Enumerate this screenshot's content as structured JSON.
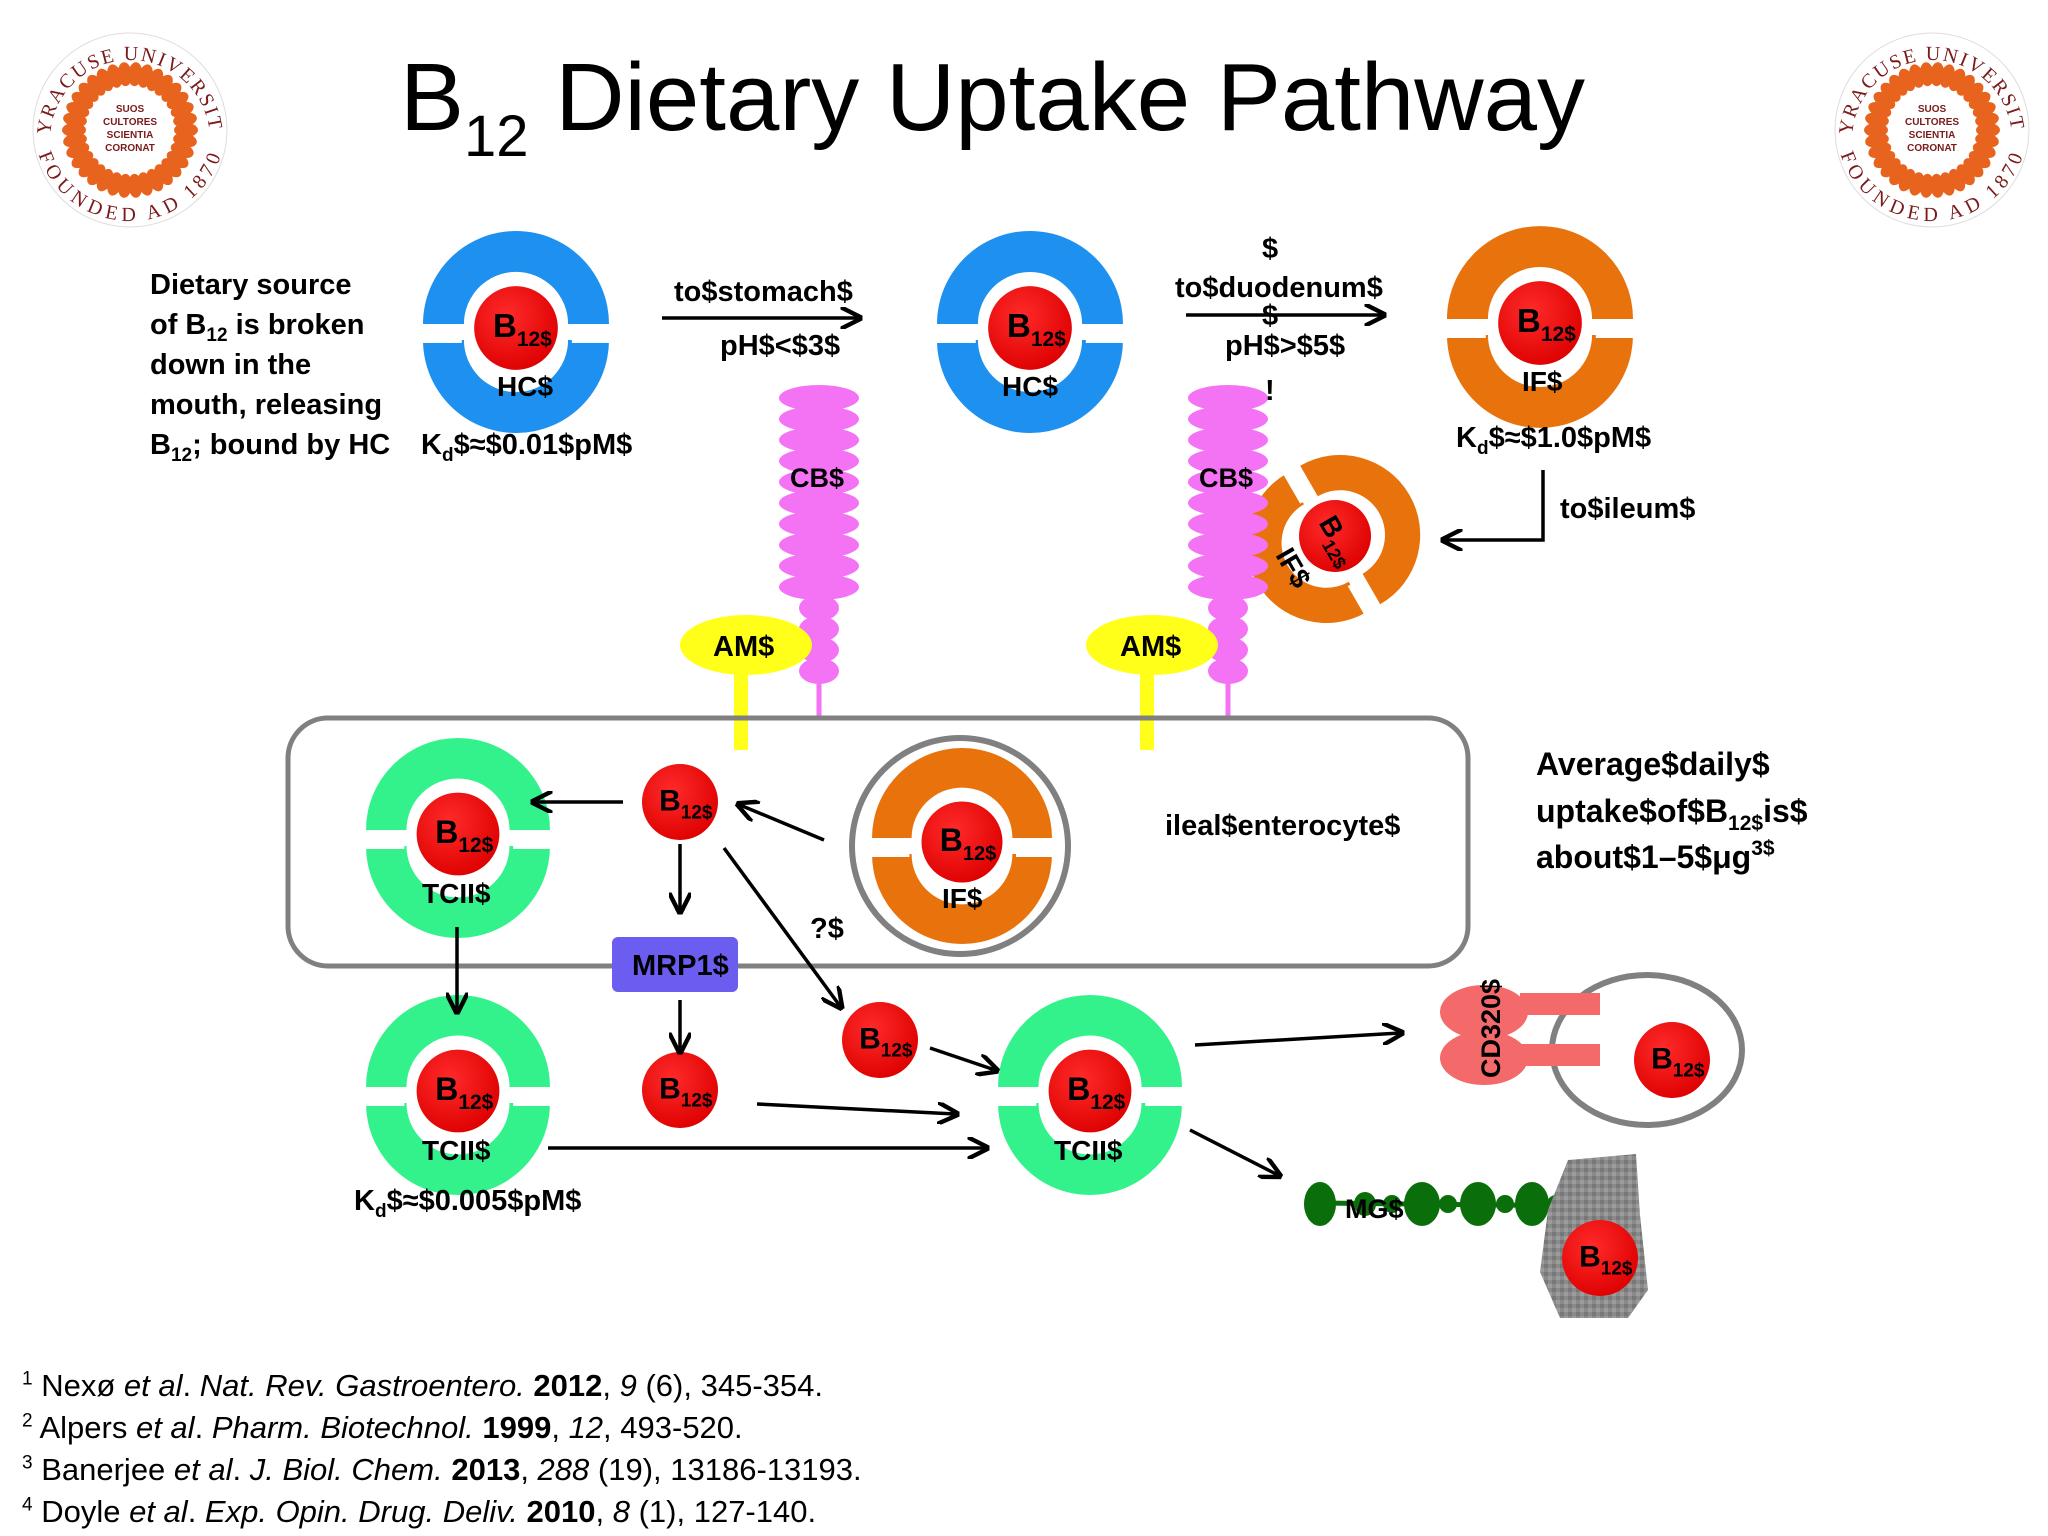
{
  "title": {
    "main": "B",
    "sub": "12",
    "rest": " Dietary Uptake Pathway"
  },
  "seal": {
    "top": "SYRACUSE UNIVERSITY",
    "bottom": "FOUNDED AD 1870",
    "motto": [
      "SUOS",
      "CULTORES",
      "SCIENTIA",
      "CORONAT"
    ]
  },
  "intro": {
    "line1": "Dietary source",
    "line2a": "of B",
    "line2sub": "12",
    "line2b": " is broken",
    "line3": "down in the",
    "line4": "mouth, releasing",
    "line5a": "B",
    "line5sub": "12",
    "line5b": "; bound by HC"
  },
  "labels": {
    "b": "B",
    "b_sub": "12$",
    "hc": "HC$",
    "if": "IF$",
    "tcii": "TCII$",
    "cb": "CB$",
    "am": "AM$",
    "mrp1": "MRP1$",
    "cd320": "CD320$",
    "mg": "MG$",
    "unknown": "?$",
    "to_stomach": "to$stomach$",
    "ph_stomach": "pH$<$3$",
    "to_duodenum": "to$duodenum$",
    "ph_duodenum": "pH$>$5$",
    "dollar": "$",
    "excl": "!",
    "to_ileum": "to$ileum$",
    "enterocyte": "ileal$enterocyte$",
    "k_prefix": "K",
    "k_sub": "d",
    "kd_hc": "$≈$0.01$pM$",
    "kd_if": "$≈$1.0$pM$",
    "kd_tcii": "$≈$0.005$pM$",
    "uptake1": "Average$daily$",
    "uptake2a": "uptake$of$B",
    "uptake2sub": "12$",
    "uptake2b": "is$",
    "uptake3": "about$1–5$μg",
    "uptake3sup": "3$"
  },
  "references": [
    {
      "num": "1",
      "authors": "Nexø ",
      "etal": "et al",
      "dot": ". ",
      "journal": "Nat. Rev. Gastroentero.",
      "sp": " ",
      "year": "2012",
      "c1": ", ",
      "vol": "9",
      "rest": " (6), 345-354."
    },
    {
      "num": "2",
      "authors": "Alpers ",
      "etal": "et al",
      "dot": ". ",
      "journal": "Pharm. Biotechnol.",
      "sp": " ",
      "year": "1999",
      "c1": ", ",
      "vol": "12",
      "rest": ", 493-520."
    },
    {
      "num": "3",
      "authors": "Banerjee ",
      "etal": "et al",
      "dot": ". ",
      "journal": "J. Biol. Chem.",
      "sp": " ",
      "year": "2013",
      "c1": ", ",
      "vol": "288",
      "rest": " (19), 13186-13193."
    },
    {
      "num": "4",
      "authors": "Doyle ",
      "etal": "et al",
      "dot": ". ",
      "journal": "Exp. Opin. Drug. Deliv.",
      "sp": " ",
      "year": "2010",
      "c1": ", ",
      "vol": "8",
      "rest": " (1), 127-140."
    }
  ],
  "colors": {
    "hc": "#1e90f0",
    "if": "#e8720c",
    "tcii": "#33f28c",
    "b12": "#ee0000",
    "cb": "#f472f4",
    "am": "#ffff1a",
    "mrp1": "#6a5df0",
    "cd320": "#f46a6a",
    "mg": "#0a6e0a",
    "seal": "#e8641e",
    "seal_text": "#7a1a1a"
  }
}
